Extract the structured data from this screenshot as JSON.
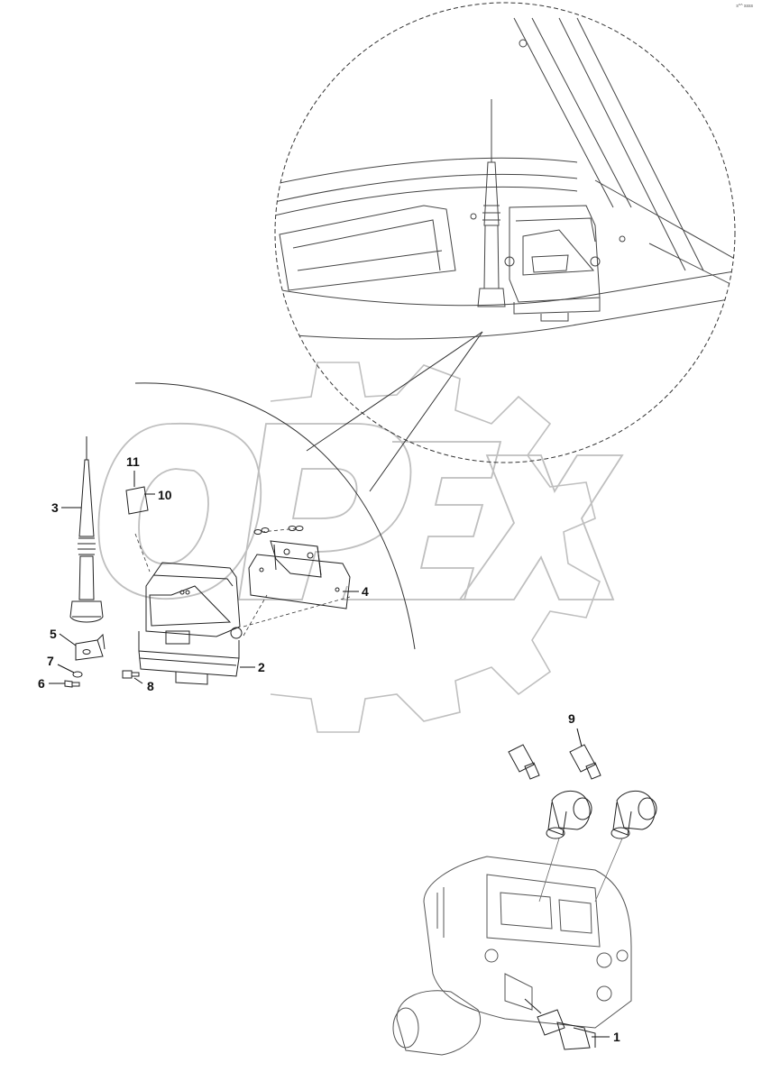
{
  "diagram": {
    "corner_code": "s^^ ssss",
    "watermark_text": "OPEX",
    "callouts": [
      {
        "id": "1",
        "label": "1"
      },
      {
        "id": "2",
        "label": "2"
      },
      {
        "id": "3",
        "label": "3"
      },
      {
        "id": "4",
        "label": "4"
      },
      {
        "id": "5",
        "label": "5"
      },
      {
        "id": "6",
        "label": "6"
      },
      {
        "id": "7",
        "label": "7"
      },
      {
        "id": "8",
        "label": "8"
      },
      {
        "id": "9",
        "label": "9"
      },
      {
        "id": "10",
        "label": "10"
      },
      {
        "id": "11",
        "label": "11"
      }
    ]
  }
}
